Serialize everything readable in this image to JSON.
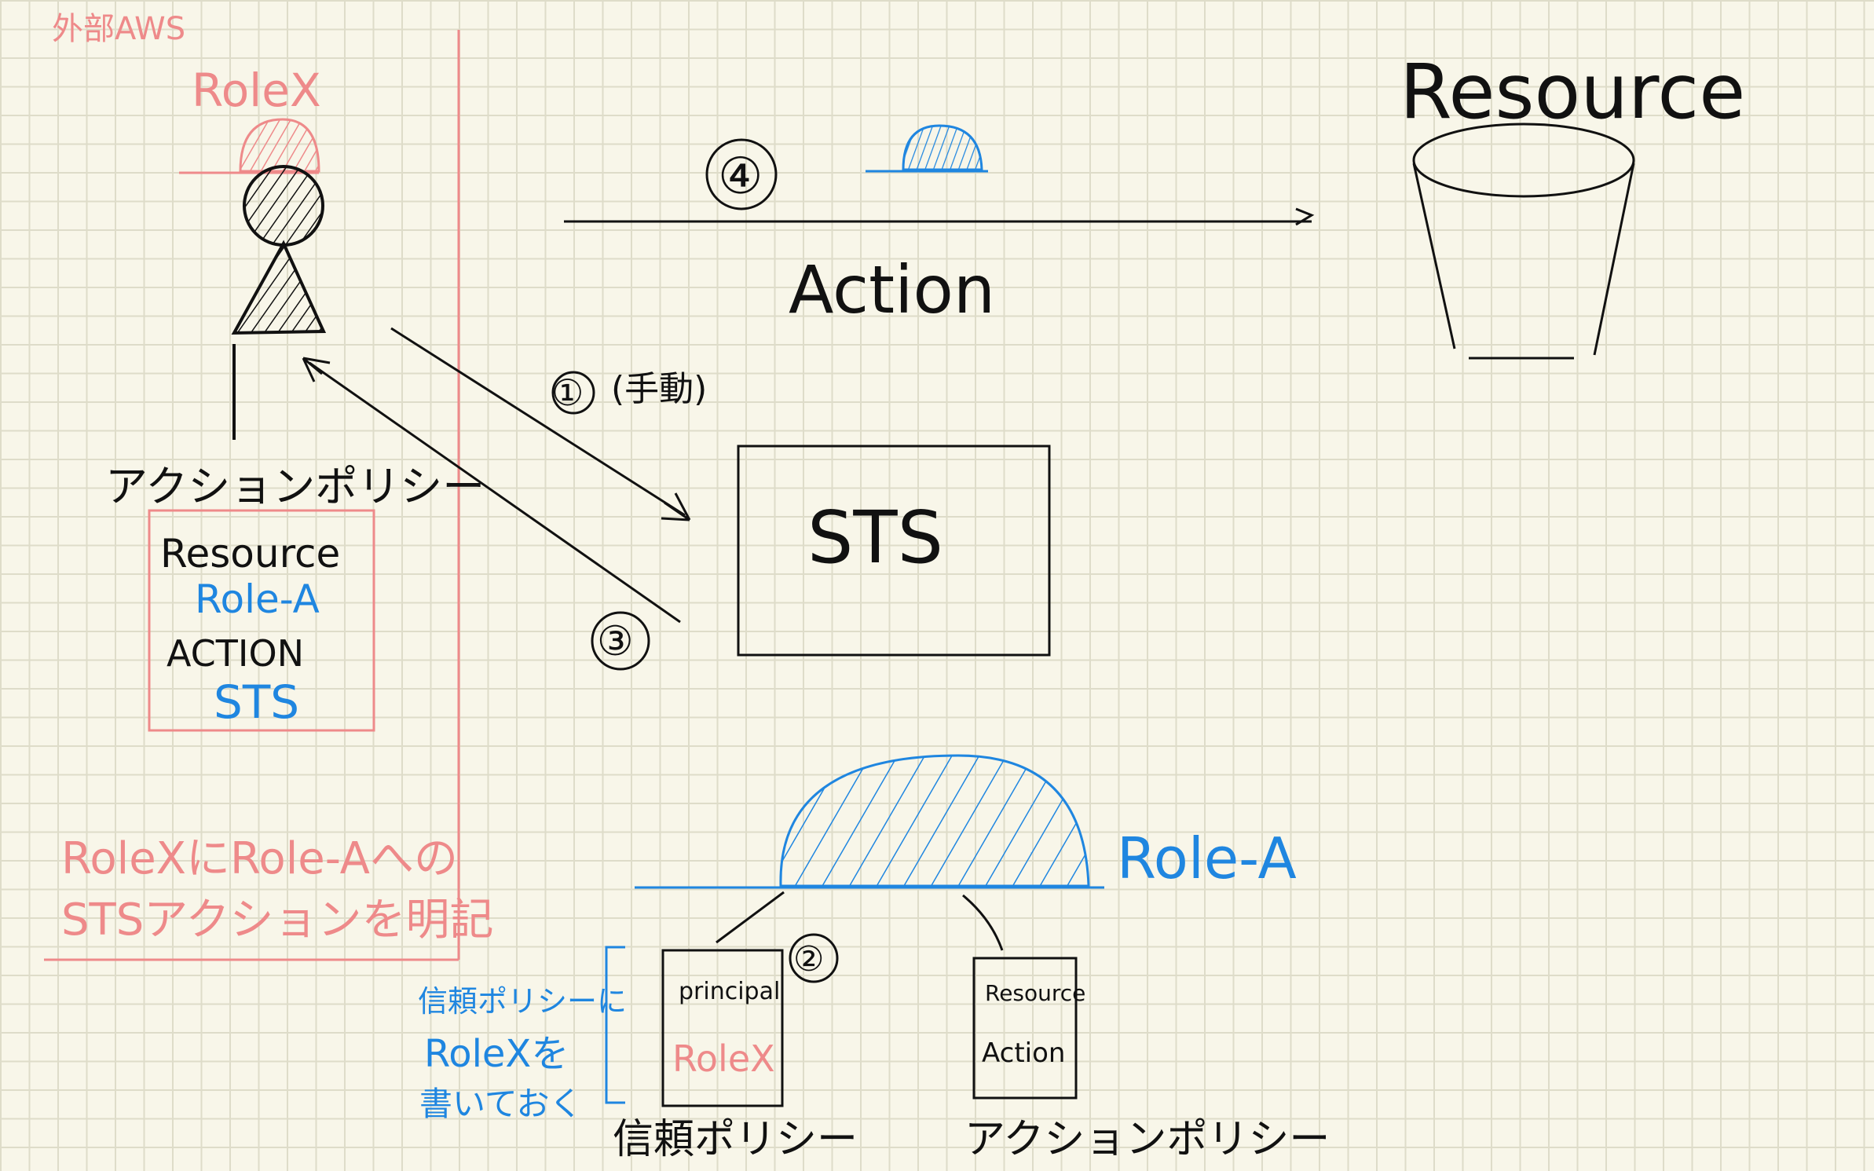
{
  "colors": {
    "ink": "#111111",
    "blue": "#1f86e0",
    "red": "#ee8a8a"
  },
  "external_account": {
    "label": "外部AWS",
    "role_label": "RoleX",
    "policy_heading": "アクションポリシー",
    "policy": {
      "resource_label": "Resource",
      "resource_value": "Role-A",
      "action_label": "ACTION",
      "action_value": "STS"
    },
    "note_line1": "RoleXにRole-Aへの",
    "note_line2": "STSアクションを明記"
  },
  "flow": {
    "step1": "①",
    "step1_note": "(手動)",
    "step2": "②",
    "step3": "③",
    "step4": "④",
    "action_label": "Action"
  },
  "sts_label": "STS",
  "resource_label": "Resource",
  "role_a": {
    "label": "Role-A",
    "trust_policy": {
      "principal_label": "principal",
      "principal_value": "RoleX",
      "caption": "信頼ポリシー"
    },
    "action_policy": {
      "resource_label": "Resource",
      "action_label": "Action",
      "caption": "アクションポリシー"
    },
    "side_note_line1": "信頼ポリシーに",
    "side_note_line2": "RoleXを",
    "side_note_line3": "書いておく"
  }
}
